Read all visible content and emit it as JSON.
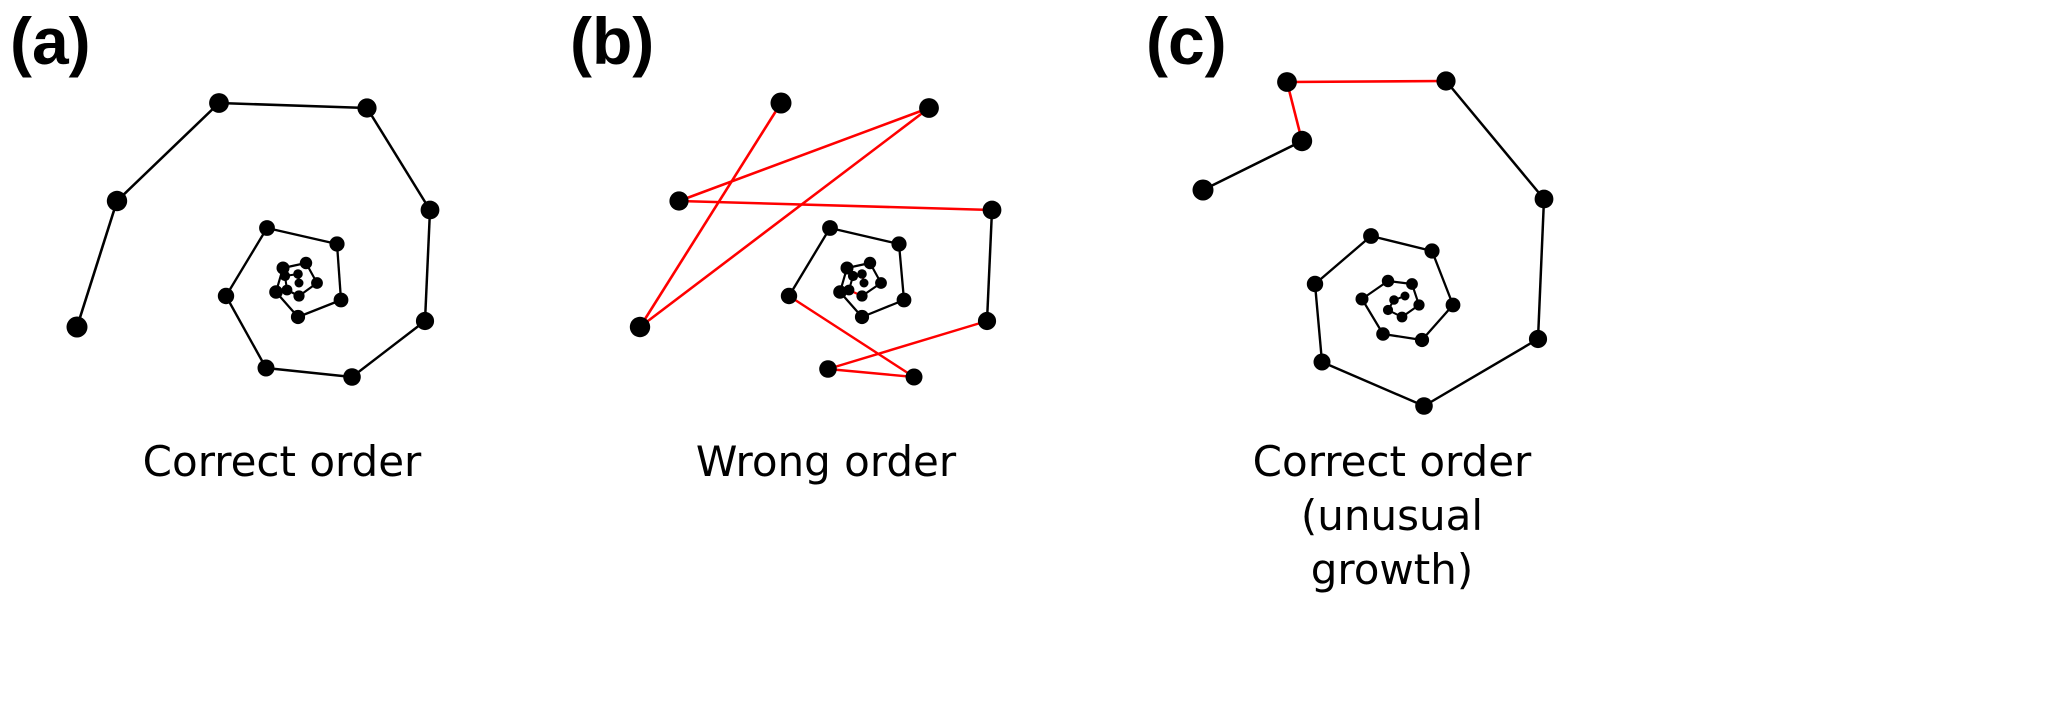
{
  "colors": {
    "correct": "#000000",
    "wrong": "#ff0000",
    "node": "#000000"
  },
  "panels": [
    {
      "label": "(a)",
      "caption": [
        "Correct order"
      ],
      "description_values": {
        "points": [
          [
            77,
            327
          ],
          [
            117,
            201
          ],
          [
            219,
            103
          ],
          [
            367,
            108
          ],
          [
            430,
            210
          ],
          [
            425,
            321
          ],
          [
            352,
            377
          ],
          [
            266,
            368
          ],
          [
            226,
            296
          ],
          [
            267,
            228
          ],
          [
            337,
            244
          ],
          [
            341,
            300
          ],
          [
            298,
            317
          ],
          [
            276,
            292
          ],
          [
            283,
            268
          ],
          [
            306,
            263
          ],
          [
            317,
            283
          ],
          [
            299,
            296
          ],
          [
            287,
            290
          ],
          [
            285,
            276
          ],
          [
            298,
            274
          ],
          [
            299,
            283
          ]
        ],
        "wrong_segments": []
      }
    },
    {
      "label": "(b)",
      "caption": [
        "Wrong order"
      ],
      "description_values": {
        "points": [
          [
            781,
            103
          ],
          [
            640,
            327
          ],
          [
            929,
            108
          ],
          [
            679,
            201
          ],
          [
            992,
            210
          ],
          [
            987,
            321
          ],
          [
            828,
            369
          ],
          [
            914,
            377
          ],
          [
            789,
            296
          ],
          [
            830,
            228
          ],
          [
            899,
            244
          ],
          [
            904,
            300
          ],
          [
            862,
            317
          ],
          [
            840,
            292
          ],
          [
            847,
            268
          ],
          [
            870,
            263
          ],
          [
            881,
            283
          ],
          [
            862,
            296
          ],
          [
            849,
            290
          ],
          [
            853,
            276
          ],
          [
            862,
            274
          ],
          [
            864,
            283
          ]
        ],
        "wrong_segments": [
          0,
          1,
          2,
          3,
          5,
          6,
          7,
          17,
          19,
          20
        ]
      }
    },
    {
      "label": "(c)",
      "caption": [
        "Correct order",
        "(unusual growth)"
      ],
      "description_values": {
        "points": [
          [
            1203,
            190
          ],
          [
            1302,
            141
          ],
          [
            1287,
            82
          ],
          [
            1446,
            81
          ],
          [
            1544,
            199
          ],
          [
            1538,
            339
          ],
          [
            1424,
            406
          ],
          [
            1322,
            362
          ],
          [
            1315,
            284
          ],
          [
            1371,
            236
          ],
          [
            1432,
            251
          ],
          [
            1453,
            305
          ],
          [
            1422,
            340
          ],
          [
            1383,
            334
          ],
          [
            1362,
            299
          ],
          [
            1388,
            281
          ],
          [
            1412,
            284
          ],
          [
            1419,
            305
          ],
          [
            1402,
            317
          ],
          [
            1388,
            310
          ],
          [
            1394,
            300
          ],
          [
            1405,
            296
          ]
        ],
        "wrong_segments": [
          1,
          2
        ]
      }
    }
  ]
}
